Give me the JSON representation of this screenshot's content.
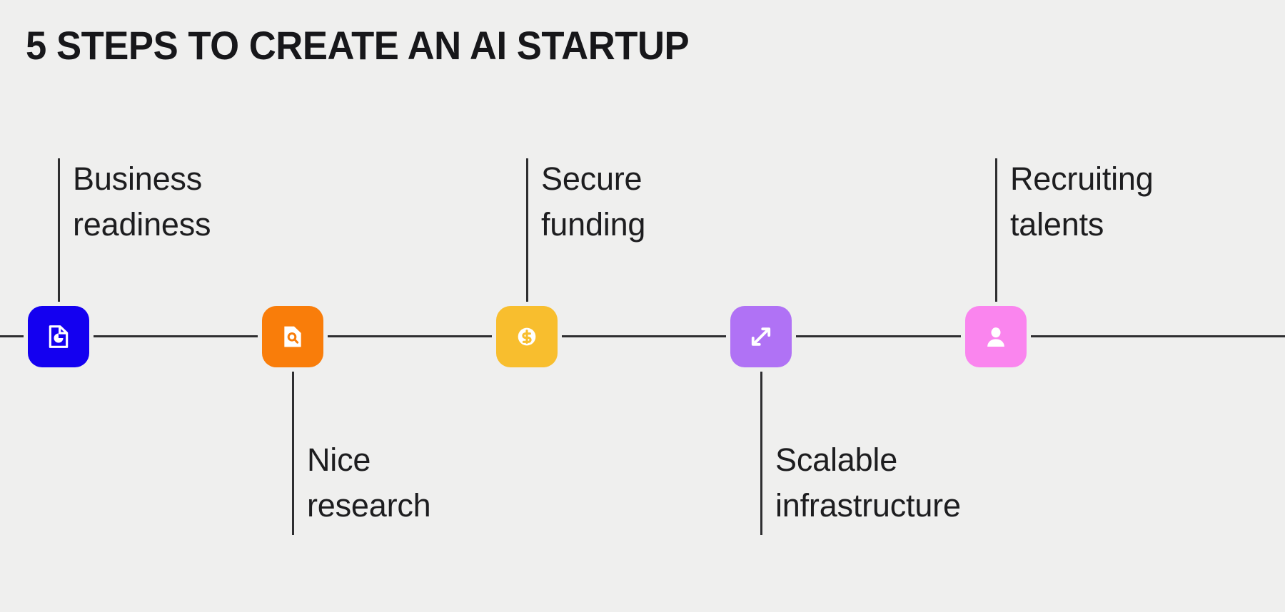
{
  "page": {
    "title": "5 STEPS TO CREATE AN AI STARTUP",
    "background_color": "#efefee",
    "line_color": "#2e2e30",
    "text_color": "#1d1d1f"
  },
  "timeline": {
    "steps": [
      {
        "index": 1,
        "icon": "document-pie-chart-icon",
        "color": "#1400f0",
        "direction": "up",
        "label_line_1": "Business",
        "label_line_2": "readiness"
      },
      {
        "index": 2,
        "icon": "document-search-icon",
        "color": "#f97d0a",
        "direction": "down",
        "label_line_1": "Nice",
        "label_line_2": "research"
      },
      {
        "index": 3,
        "icon": "dollar-coin-icon",
        "color": "#f8be2e",
        "direction": "up",
        "label_line_1": "Secure",
        "label_line_2": "funding"
      },
      {
        "index": 4,
        "icon": "expand-arrows-icon",
        "color": "#b072f5",
        "direction": "down",
        "label_line_1": "Scalable",
        "label_line_2": "infrastructure"
      },
      {
        "index": 5,
        "icon": "user-person-icon",
        "color": "#fa85ee",
        "direction": "up",
        "label_line_1": "Recruiting",
        "label_line_2": "talents"
      }
    ]
  }
}
